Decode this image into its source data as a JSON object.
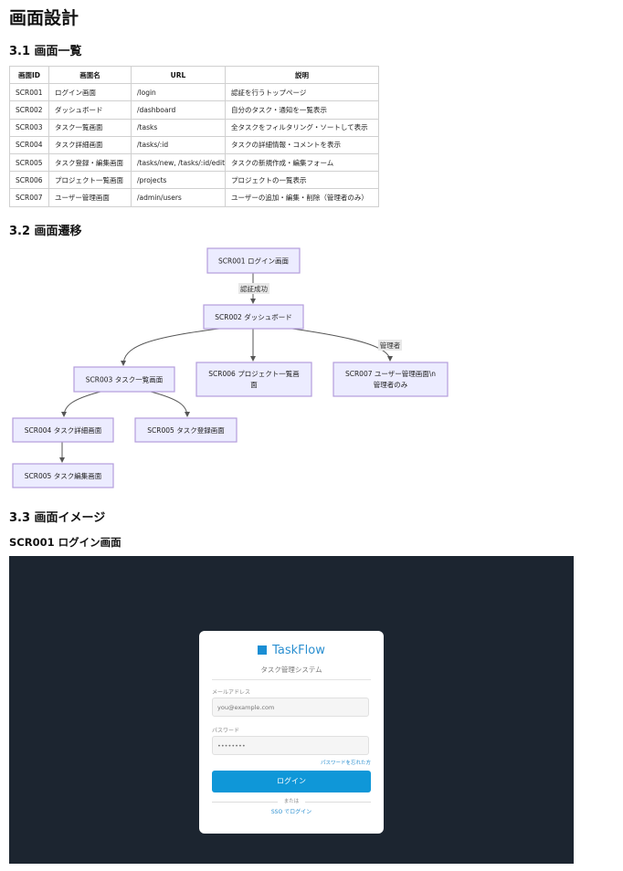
{
  "title": "画面設計",
  "section_list": {
    "heading": "3.1 画面一覧",
    "columns": [
      "画面ID",
      "画面名",
      "URL",
      "説明"
    ],
    "rows": [
      [
        "SCR001",
        "ログイン画面",
        "/login",
        "認証を行うトップページ"
      ],
      [
        "SCR002",
        "ダッシュボード",
        "/dashboard",
        "自分のタスク・通知を一覧表示"
      ],
      [
        "SCR003",
        "タスク一覧画面",
        "/tasks",
        "全タスクをフィルタリング・ソートして表示"
      ],
      [
        "SCR004",
        "タスク詳細画面",
        "/tasks/:id",
        "タスクの詳細情報・コメントを表示"
      ],
      [
        "SCR005",
        "タスク登録・編集画面",
        "/tasks/new, /tasks/:id/edit",
        "タスクの新規作成・編集フォーム"
      ],
      [
        "SCR006",
        "プロジェクト一覧画面",
        "/projects",
        "プロジェクトの一覧表示"
      ],
      [
        "SCR007",
        "ユーザー管理画面",
        "/admin/users",
        "ユーザーの追加・編集・削除（管理者のみ）"
      ]
    ]
  },
  "section_flow": {
    "heading": "3.2 画面遷移",
    "nodes": {
      "scr001": "SCR001 ログイン画面",
      "scr002": "SCR002 ダッシュボード",
      "scr003": "SCR003 タスク一覧画面",
      "scr006_line1": "SCR006 プロジェクト一覧画",
      "scr006_line2": "面",
      "scr007_line1": "SCR007 ユーザー管理画面\\n",
      "scr007_line2": "管理者のみ",
      "scr004": "SCR004 タスク詳細画面",
      "scr005_reg": "SCR005 タスク登録画面",
      "scr005_edit": "SCR005 タスク編集画面"
    },
    "edge_labels": {
      "auth_success": "認証成功",
      "admin": "管理者"
    }
  },
  "section_image": {
    "heading": "3.3 画面イメージ",
    "subheading": "SCR001 ログイン画面",
    "mockup": {
      "brand": "TaskFlow",
      "brand_icon": "square-logo-icon",
      "subtitle": "タスク管理システム",
      "email_label": "メールアドレス",
      "email_placeholder": "you@example.com",
      "password_label": "パスワード",
      "password_placeholder": "••••••••",
      "forgot_link": "パスワードを忘れた方",
      "login_button": "ログイン",
      "or_text": "または",
      "sso_link": "SSO でログイン",
      "colors": {
        "background": "#1c2530",
        "accent": "#0f97d8",
        "brand_text": "#2a8fd0"
      }
    }
  }
}
